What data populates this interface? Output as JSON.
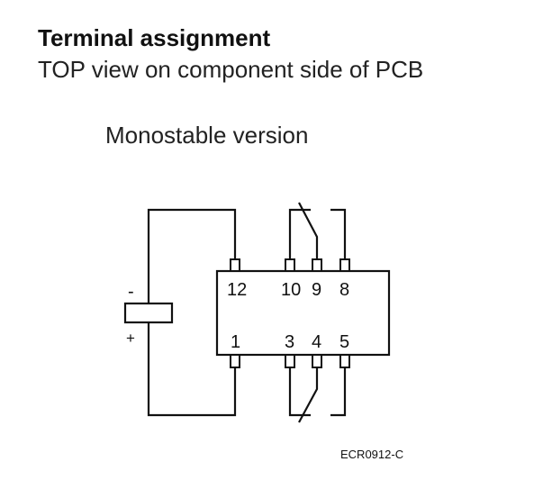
{
  "title": "Terminal assignment",
  "subtitle": "TOP view on component side of PCB",
  "version": "Monostable version",
  "coil": {
    "minus": "-",
    "plus": "+"
  },
  "pins_top": [
    "12",
    "10",
    "9",
    "8"
  ],
  "pins_bottom": [
    "1",
    "3",
    "4",
    "5"
  ],
  "code": "ECR0912-C"
}
